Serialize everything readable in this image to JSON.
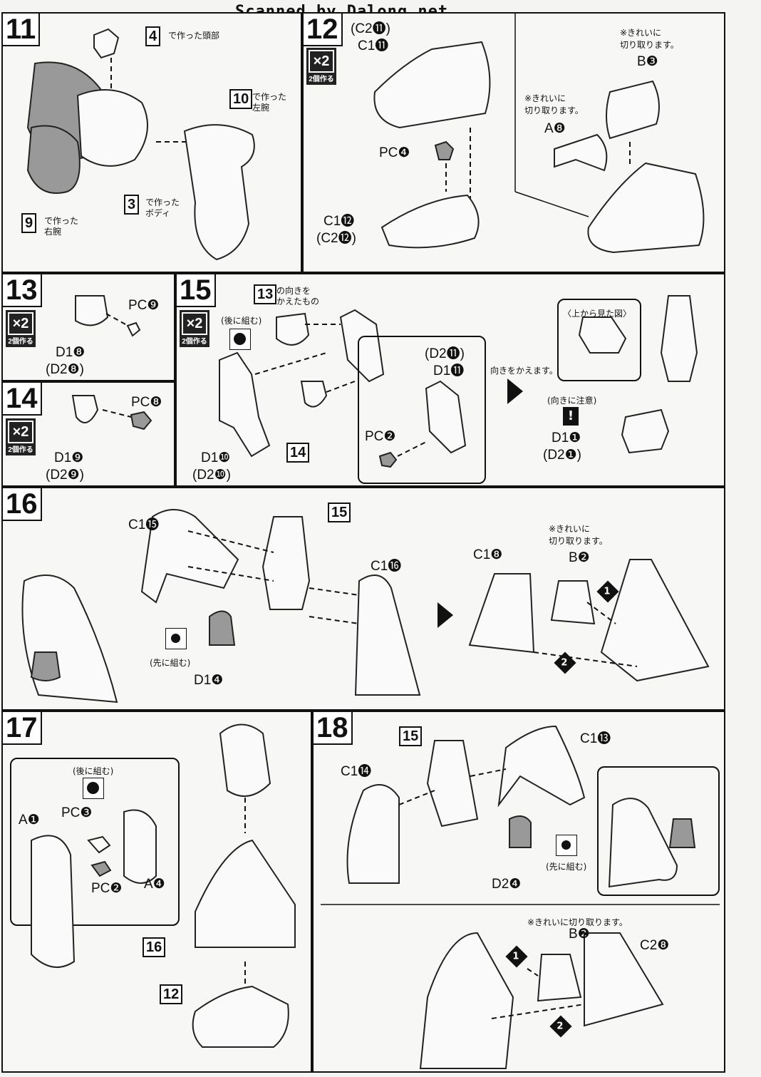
{
  "banner": "Scanned by Dalong.net",
  "steps": {
    "s11": {
      "num": "11",
      "ref4": "4",
      "ref4_text": "で作った頭部",
      "ref10": "10",
      "ref10_text": "で作った\n左腕",
      "ref3": "3",
      "ref3_text": "で作った\nボディ",
      "ref9": "9",
      "ref9_text": "で作った\n右腕"
    },
    "s12": {
      "num": "12",
      "x2": "×2",
      "x2_sub": "2個作る",
      "c2_11": "(C2⓫)",
      "c1_11": "C1⓫",
      "pc4": "PC❹",
      "c1_12": "C1⓬",
      "c2_12": "(C2⓬)",
      "note_b": "※きれいに\n切り取ります。",
      "b3": "B❸",
      "note_a": "※きれいに\n切り取ります。",
      "a8": "A❽"
    },
    "s13": {
      "num": "13",
      "x2": "×2",
      "x2_sub": "2個作る",
      "pc9": "PC❾",
      "d1_8": "D1❽",
      "d2_8": "(D2❽)"
    },
    "s14": {
      "num": "14",
      "x2": "×2",
      "x2_sub": "2個作る",
      "pc8": "PC❽",
      "d1_9": "D1❾",
      "d2_9": "(D2❾)"
    },
    "s15": {
      "num": "15",
      "x2": "×2",
      "x2_sub": "2個作る",
      "ref13": "13",
      "ref13_text": "の向きを\nかえたもの",
      "later": "(後に組む)",
      "d1_10": "D1❿",
      "d2_10": "(D2❿)",
      "ref14": "14",
      "d2_11": "(D2⓫)",
      "d1_11": "D1⓫",
      "pc2": "PC❷",
      "turn": "向きをかえます。",
      "top_view": "〈上から見た図〉",
      "caution": "(向きに注意)",
      "d1_1": "D1❶",
      "d2_1": "(D2❶)"
    },
    "s16": {
      "num": "16",
      "c1_15": "C1⓯",
      "ref15": "15",
      "c1_16": "C1⓰",
      "first": "(先に組む)",
      "d1_4": "D1❹",
      "c1_8": "C1❽",
      "note_b": "※きれいに\n切り取ります。",
      "b2": "B❷",
      "n1": "1",
      "n2": "2"
    },
    "s17": {
      "num": "17",
      "later": "(後に組む)",
      "a1": "A❶",
      "pc3": "PC❸",
      "pc2": "PC❷",
      "a4": "A❹",
      "ref16": "16",
      "ref12": "12"
    },
    "s18": {
      "num": "18",
      "ref15": "15",
      "c1_13": "C1⓭",
      "c1_14": "C1⓮",
      "first": "(先に組む)",
      "d2_4": "D2❹",
      "note_b": "※きれいに切り取ります。",
      "b2": "B❷",
      "c2_8": "C2❽",
      "n1": "1",
      "n2": "2"
    }
  }
}
